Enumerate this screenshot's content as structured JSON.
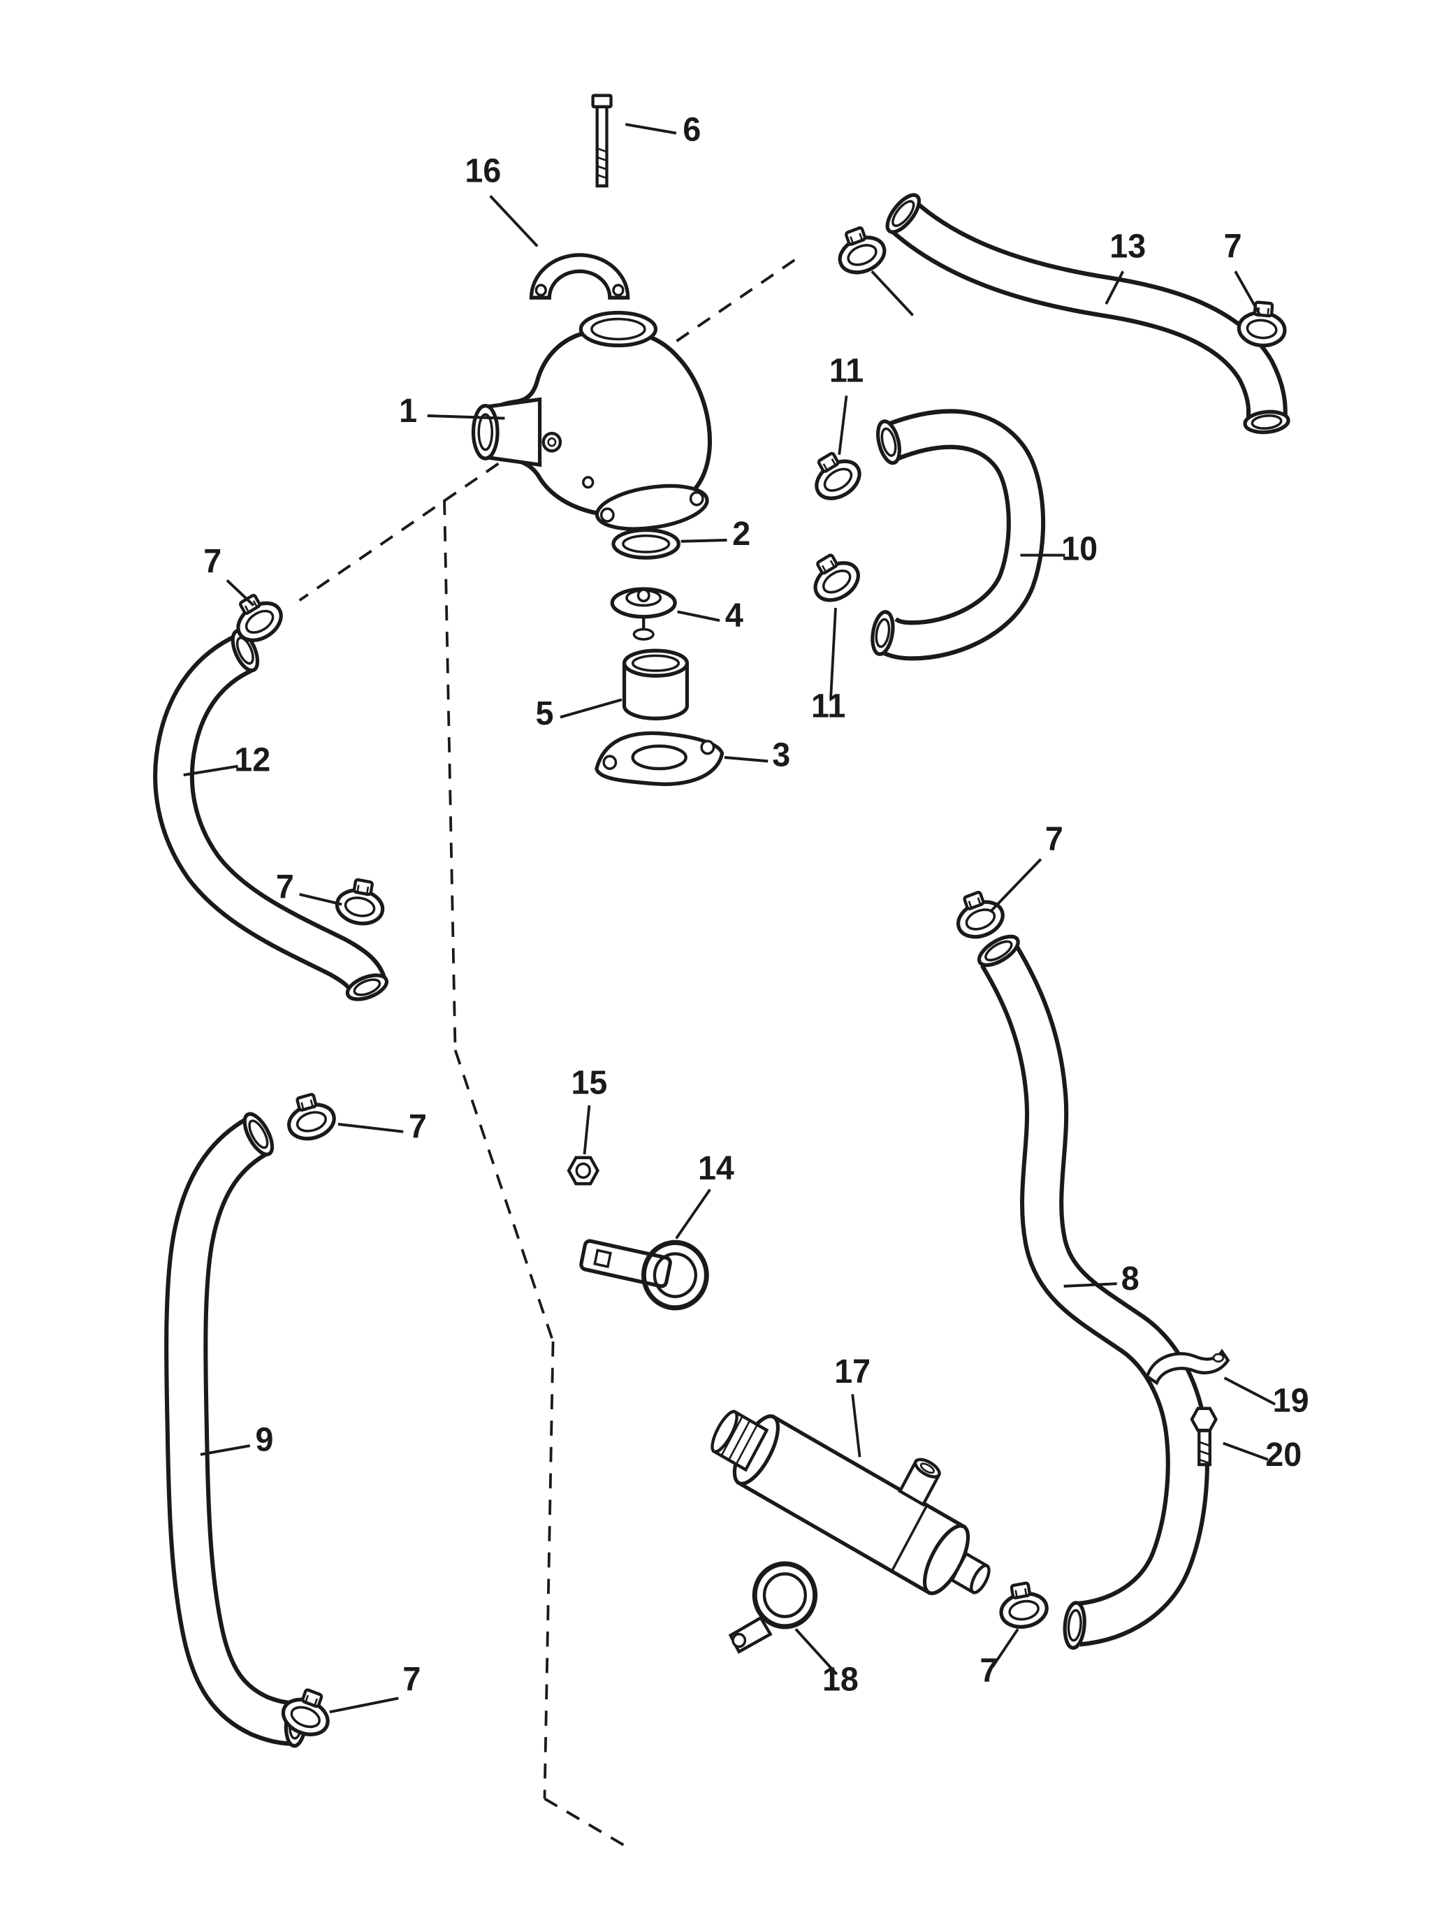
{
  "diagram": {
    "type": "exploded-parts-diagram",
    "description": "Thermostat housing and water hose routing exploded-view line drawing",
    "colors": {
      "ink": "#1a1a1a",
      "background": "#ffffff"
    },
    "part_numbers_shown": [
      "1",
      "2",
      "3",
      "4",
      "5",
      "6",
      "7",
      "8",
      "9",
      "10",
      "11",
      "12",
      "13",
      "14",
      "15",
      "16",
      "17",
      "18",
      "19",
      "20"
    ],
    "callouts": [
      {
        "label": "6"
      },
      {
        "label": "16"
      },
      {
        "label": "13"
      },
      {
        "label": "7"
      },
      {
        "label": "11"
      },
      {
        "label": "1"
      },
      {
        "label": "2"
      },
      {
        "label": "10"
      },
      {
        "label": "7"
      },
      {
        "label": "4"
      },
      {
        "label": "5"
      },
      {
        "label": "11"
      },
      {
        "label": "3"
      },
      {
        "label": "12"
      },
      {
        "label": "7"
      },
      {
        "label": "7"
      },
      {
        "label": "15"
      },
      {
        "label": "7"
      },
      {
        "label": "14"
      },
      {
        "label": "8"
      },
      {
        "label": "9"
      },
      {
        "label": "17"
      },
      {
        "label": "19"
      },
      {
        "label": "20"
      },
      {
        "label": "18"
      },
      {
        "label": "7"
      },
      {
        "label": "7"
      }
    ]
  }
}
